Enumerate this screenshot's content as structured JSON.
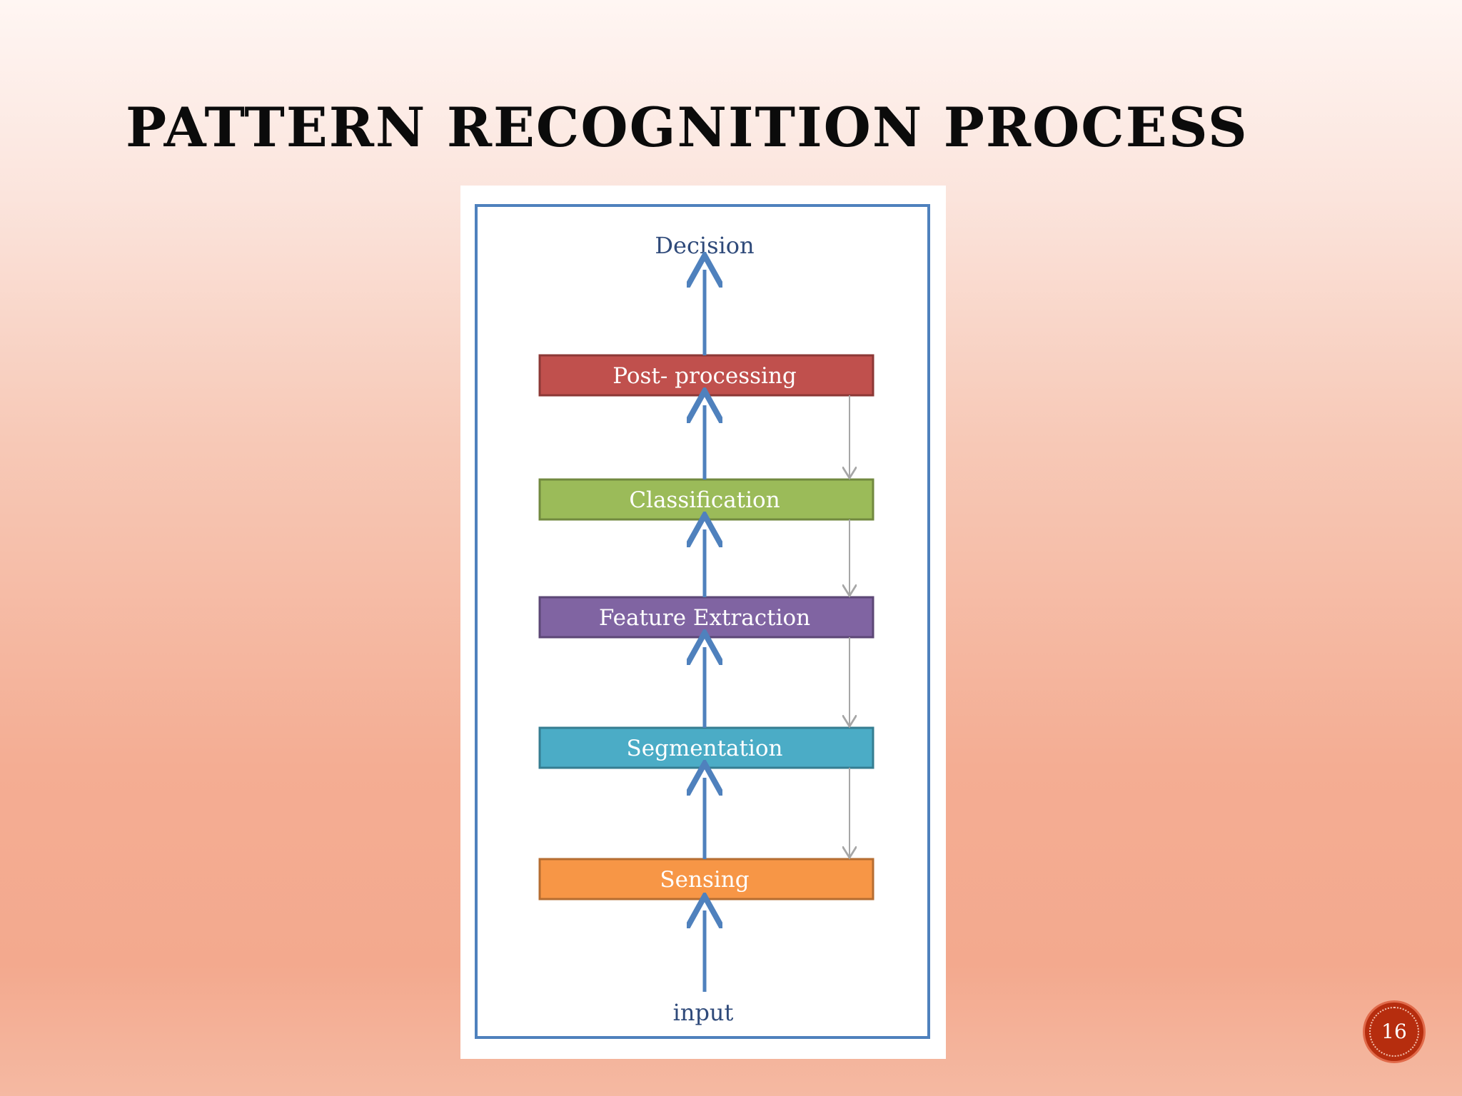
{
  "slide": {
    "title": "PATTERN RECOGNITION PROCESS",
    "page_number": "16"
  },
  "diagram": {
    "top_label": "Decision",
    "bottom_label": "input",
    "stages": [
      {
        "id": "post-processing",
        "label": "Post- processing",
        "fill": "#c0504d",
        "border": "#8c3836"
      },
      {
        "id": "classification",
        "label": "Classification",
        "fill": "#9bbb59",
        "border": "#71893f"
      },
      {
        "id": "feature-extraction",
        "label": "Feature Extraction",
        "fill": "#8064a2",
        "border": "#5c4776"
      },
      {
        "id": "segmentation",
        "label": "Segmentation",
        "fill": "#4bacc6",
        "border": "#357d91"
      },
      {
        "id": "sensing",
        "label": "Sensing",
        "fill": "#f79646",
        "border": "#b66d31"
      }
    ],
    "colors": {
      "frame": "#4f81bd",
      "up_arrow": "#4f81bd",
      "feedback_arrow": "#a6a6a6",
      "label_text": "#2f4a7a"
    }
  },
  "icons": {
    "up_arrow": "arrow-up-icon",
    "feedback_arrow": "arrow-down-icon"
  }
}
